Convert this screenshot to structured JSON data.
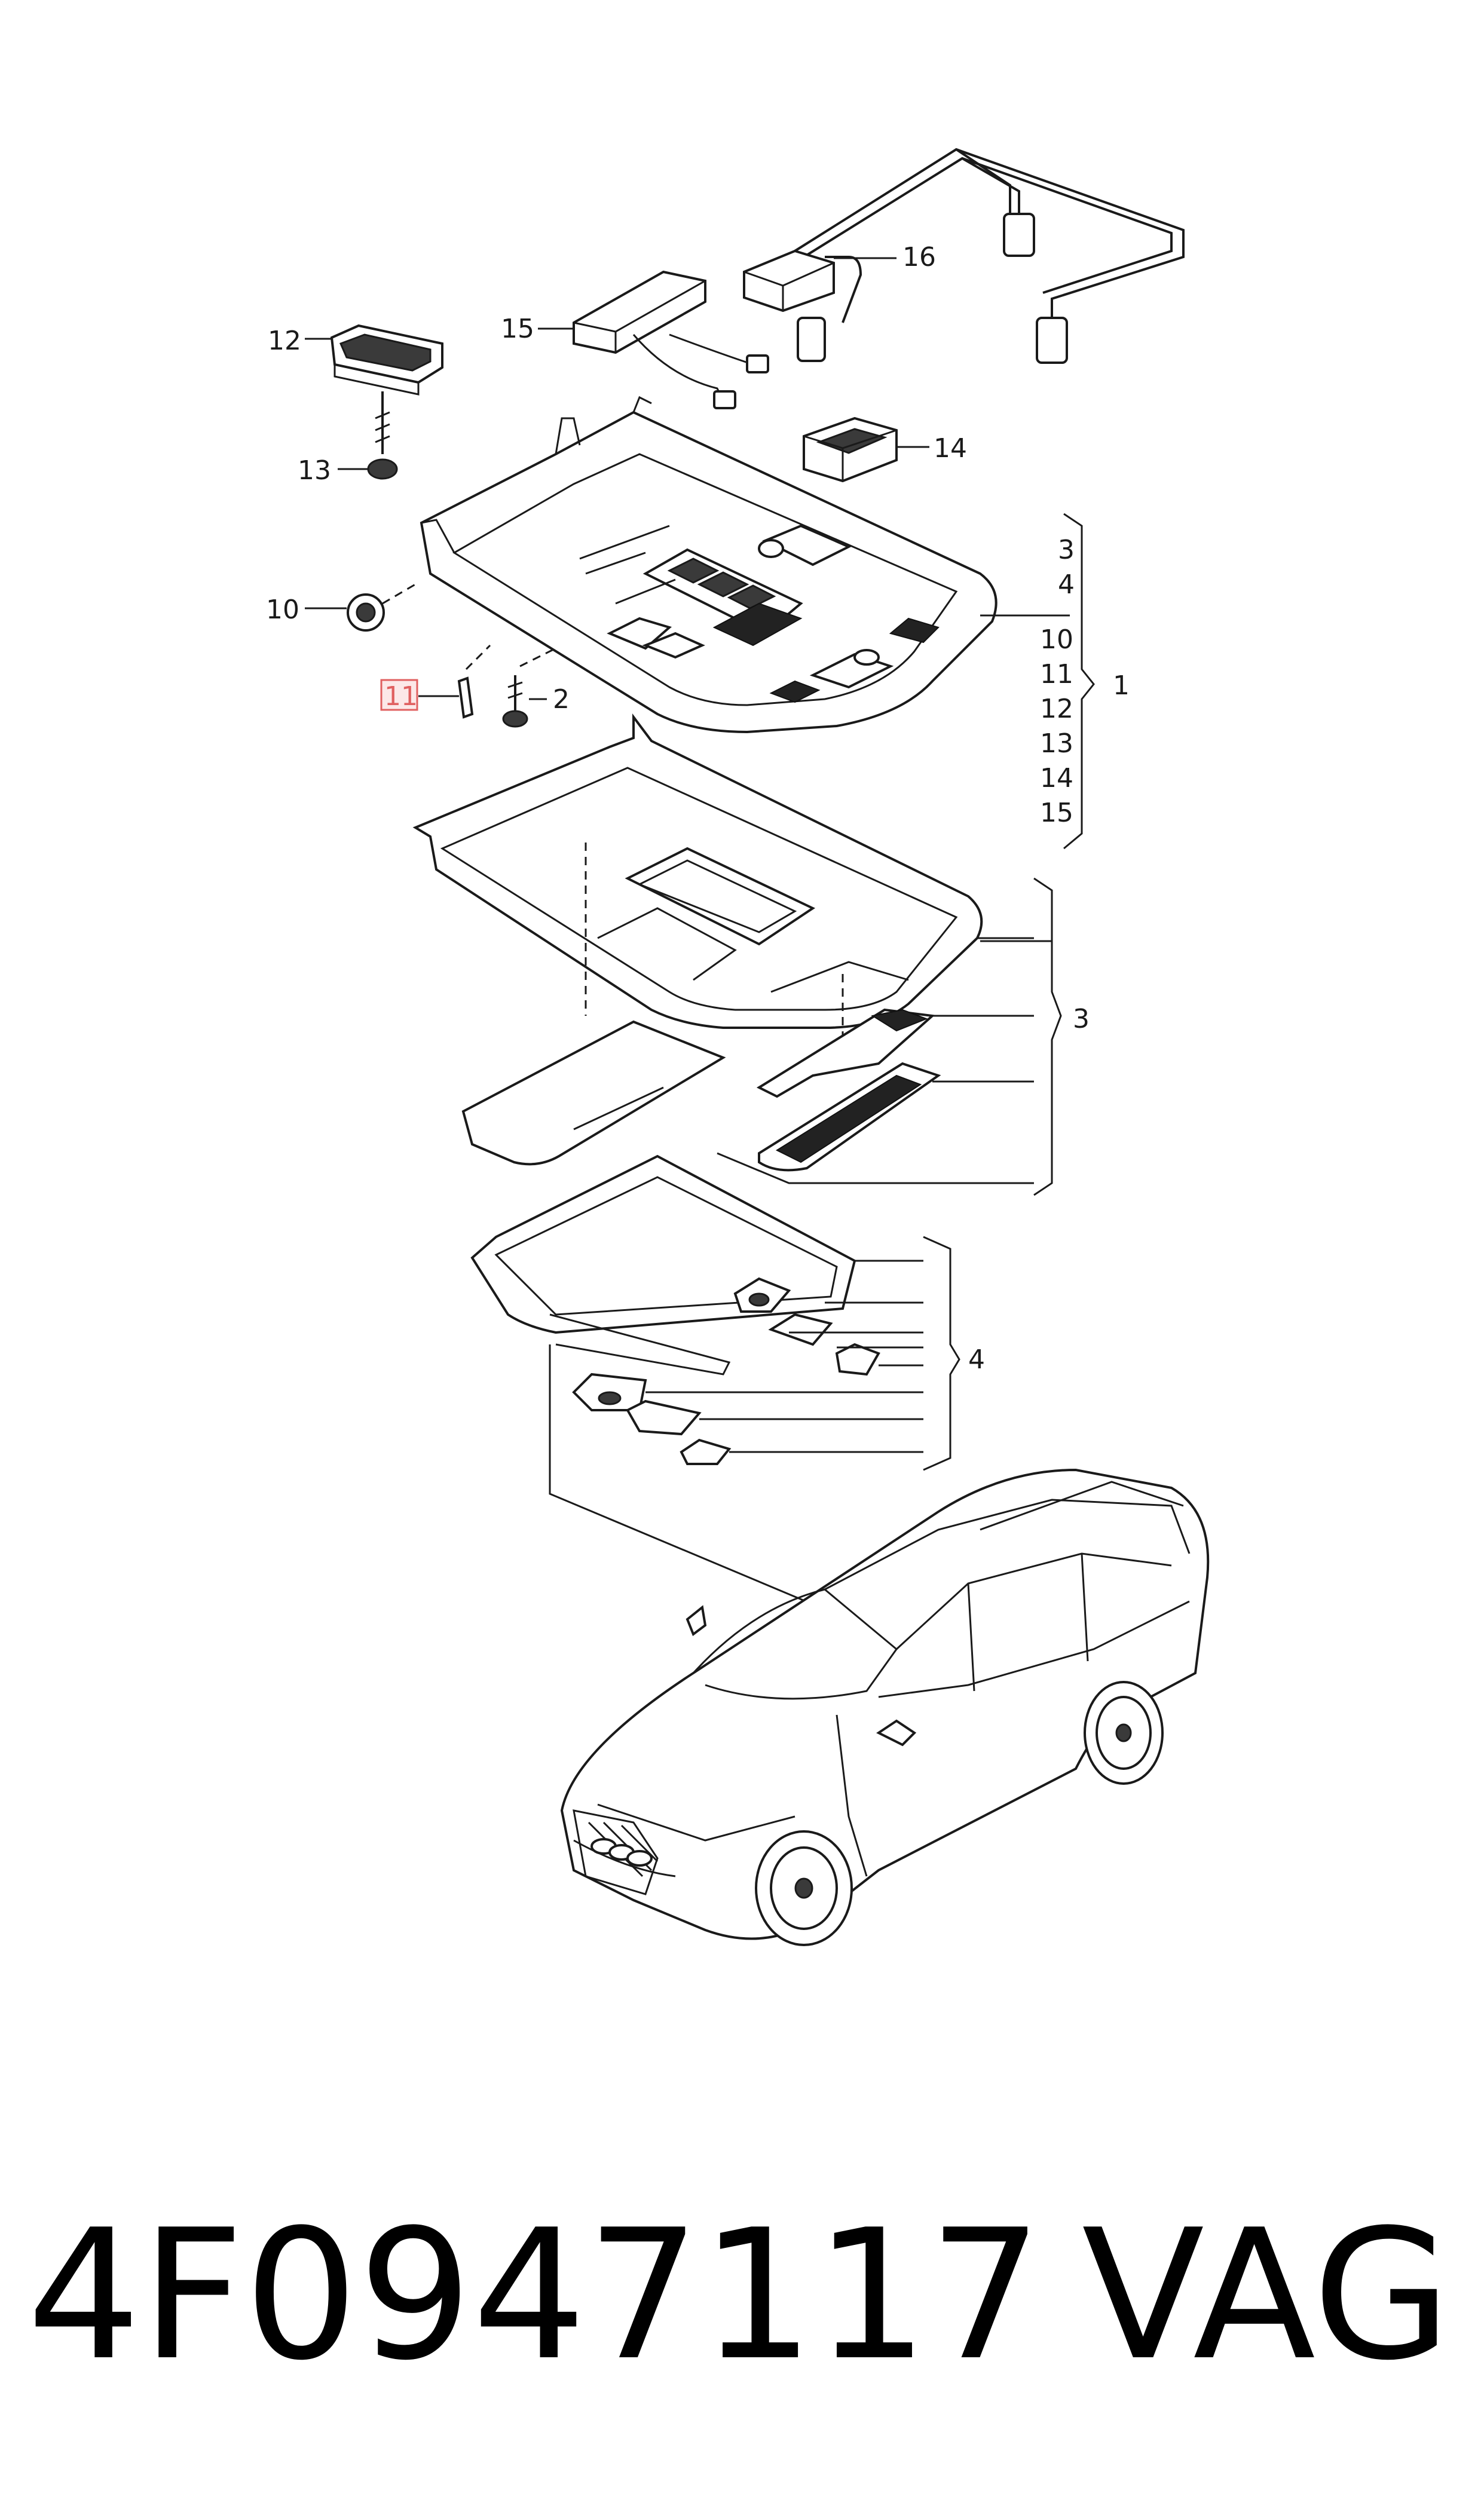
{
  "callouts": {
    "c1": "1",
    "c2": "2",
    "c3a": "3",
    "c4a": "4",
    "c10a": "10",
    "c11a": "11",
    "c12a": "12",
    "c13a": "13",
    "c14a": "14",
    "c15a": "15",
    "c16": "16",
    "c10": "10",
    "c11": "11",
    "c12": "12",
    "c13": "13",
    "c14": "14",
    "c15": "15",
    "c3b": "3",
    "c4b": "4"
  },
  "highlight": {
    "label": "11",
    "color": "#e06060"
  },
  "footer": {
    "part_number": "4F0947117",
    "brand": "VAG"
  }
}
